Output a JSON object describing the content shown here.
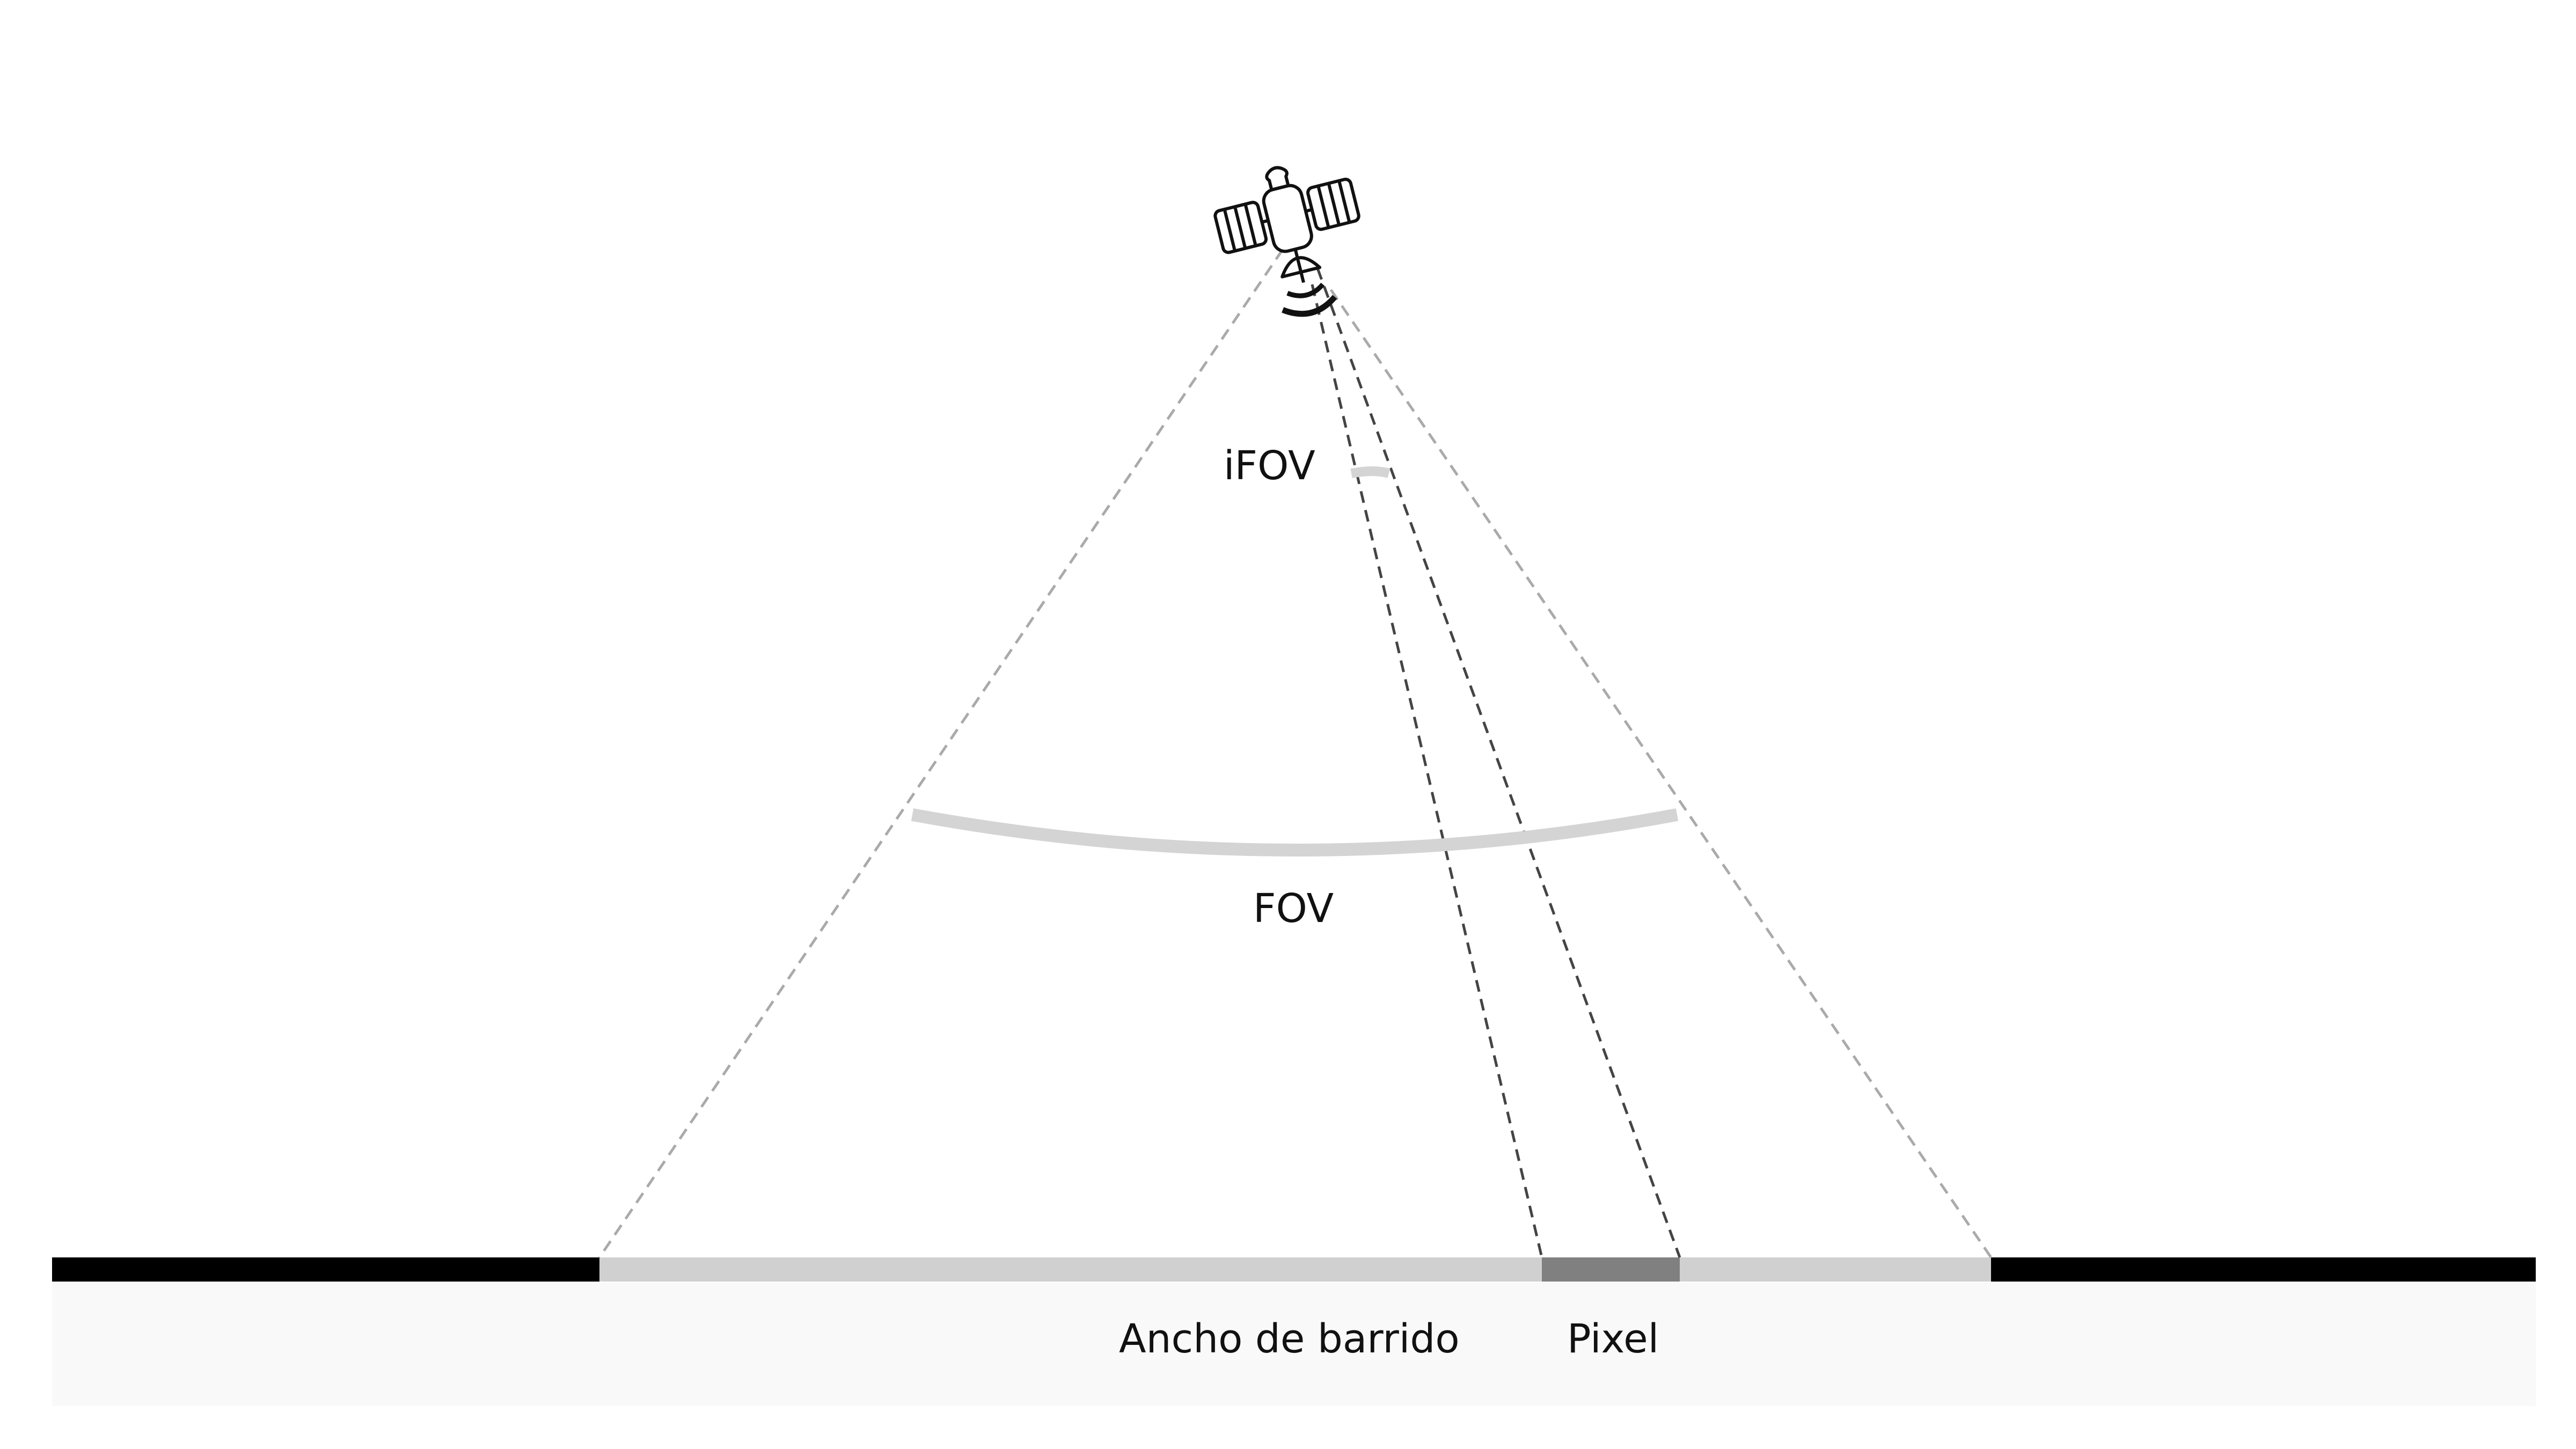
{
  "labels": {
    "ifov": "iFOV",
    "fov": "FOV",
    "swath": "Ancho de barrido",
    "pixel": "Pixel"
  },
  "colors": {
    "ground": "#000000",
    "swath": "#d0d0d0",
    "pixel": "#808080",
    "fov_lines": "#aaaaaa",
    "ifov_lines": "#444444",
    "arc": "#d4d4d4",
    "subsurface": "#f9f9f9"
  },
  "icons": {
    "sensor": "satellite-icon"
  }
}
